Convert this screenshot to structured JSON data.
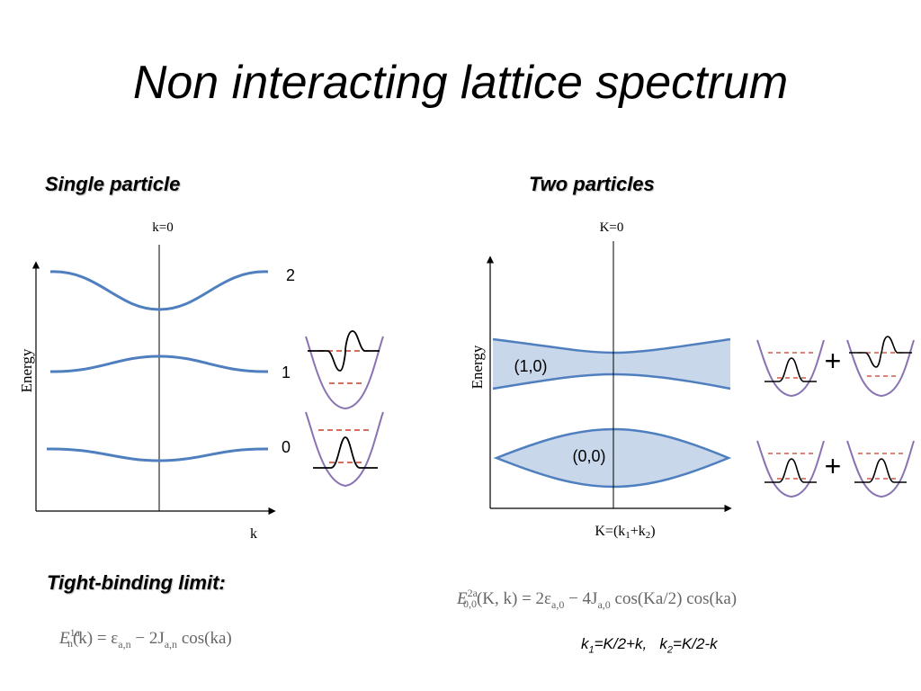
{
  "slide": {
    "title": "Non interacting lattice spectrum",
    "single_heading": "Single particle",
    "two_heading": "Two particles",
    "tb_heading": "Tight-binding limit:"
  },
  "single": {
    "kzero_label": "k=0",
    "energy_label": "Energy",
    "k_label": "k",
    "band_labels": [
      "2",
      "1",
      "0"
    ]
  },
  "two": {
    "kzero_label": "K=0",
    "energy_label": "Energy",
    "x_label_pre": "K=(k",
    "x_label_sub1": "1",
    "x_label_mid": "+k",
    "x_label_sub2": "2",
    "x_label_post": ")",
    "band_labels": [
      "(1,0)",
      "(0,0)"
    ],
    "plus": "+"
  },
  "equations": {
    "single": {
      "lhs_E": "E",
      "lhs_sub": "n",
      "lhs_sup": "1a",
      "rhs": "(k) = ε",
      "rhs_sub1": "a,n",
      "rhs_mid": " − 2J",
      "rhs_sub2": "a,n",
      "rhs_end": " cos(ka)"
    },
    "two": {
      "lhs_E": "E",
      "lhs_sub": "0,0",
      "lhs_sup": "2a",
      "rhs": "(K, k) = 2ε",
      "rhs_sub1": "a,0",
      "rhs_mid": " − 4J",
      "rhs_sub2": "a,0",
      "rhs_end": " cos(Ka/2) cos(ka)"
    },
    "kdef": {
      "k1": "k",
      "k1_sub": "1",
      "k1_rhs": "=K/2+k,",
      "k2": "k",
      "k2_sub": "2",
      "k2_rhs": "=K/2-k"
    }
  },
  "colors": {
    "band": "#4f7fbf",
    "band_fill": "#c9d7ea",
    "well": "#8a73b2",
    "level": "#d05a4a",
    "axis": "#000000"
  }
}
